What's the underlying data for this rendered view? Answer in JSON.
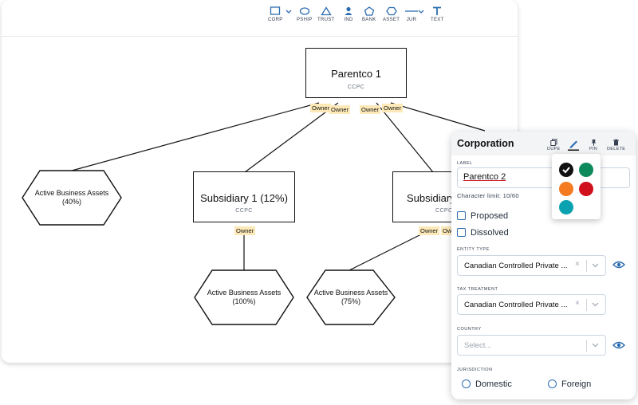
{
  "toolbar": {
    "tools": [
      {
        "label": "CORP"
      },
      {
        "label": "PSHIP"
      },
      {
        "label": "TRUST"
      },
      {
        "label": "IND"
      },
      {
        "label": "BANK"
      },
      {
        "label": "ASSET"
      },
      {
        "label": "JUR"
      },
      {
        "label": "TEXT"
      }
    ]
  },
  "diagram": {
    "parent": {
      "title": "Parentco 1",
      "sub": "CCPC"
    },
    "sub1": {
      "title": "Subsidiary 1 (12%)",
      "sub": "CCPC"
    },
    "sub2": {
      "title": "Subsidiary",
      "sub": "CCPC"
    },
    "hex1": {
      "line1": "Active Business Assets",
      "line2": "(40%)"
    },
    "hex2": {
      "line1": "Active Business Assets",
      "line2": "(100%)"
    },
    "hex3": {
      "line1": "Active Business Assets",
      "line2": "(75%)"
    },
    "owner_tag": "Owner"
  },
  "panel": {
    "title": "Corporation",
    "tools": {
      "dupe": "DUPE",
      "pin": "PIN",
      "delete": "DELETE"
    },
    "label_section": "LABEL",
    "label_value": "Parentco 2",
    "char_limit": "Character limit: 10/60",
    "proposed": "Proposed",
    "dissolved": "Dissolved",
    "entity_type_label": "ENTITY TYPE",
    "entity_type_value": "Canadian Controlled Private ...",
    "tax_treatment_label": "TAX TREATMENT",
    "tax_treatment_value": "Canadian Controlled Private ...",
    "country_label": "COUNTRY",
    "country_placeholder": "Select...",
    "jurisdiction_label": "JURISDICTION",
    "domestic": "Domestic",
    "foreign": "Foreign",
    "clear_symbol": "×"
  },
  "colors": {
    "accent": "#2b6cb0",
    "owner_tag_bg": "#fde9b8",
    "swatches": [
      "#111111",
      "#0d8a5c",
      "#f47b20",
      "#d0101c",
      "#0aa2b0"
    ]
  },
  "icons": {
    "corp": "square-icon",
    "pship": "ellipse-icon",
    "trust": "triangle-icon",
    "ind": "person-icon",
    "bank": "pentagon-icon",
    "asset": "hexagon-icon",
    "jur": "line-icon",
    "text": "text-t-icon",
    "dupe": "copy-icon",
    "pen": "pen-icon",
    "pin": "pin-icon",
    "delete": "trash-icon",
    "eye": "eye-icon",
    "check": "check-icon"
  }
}
